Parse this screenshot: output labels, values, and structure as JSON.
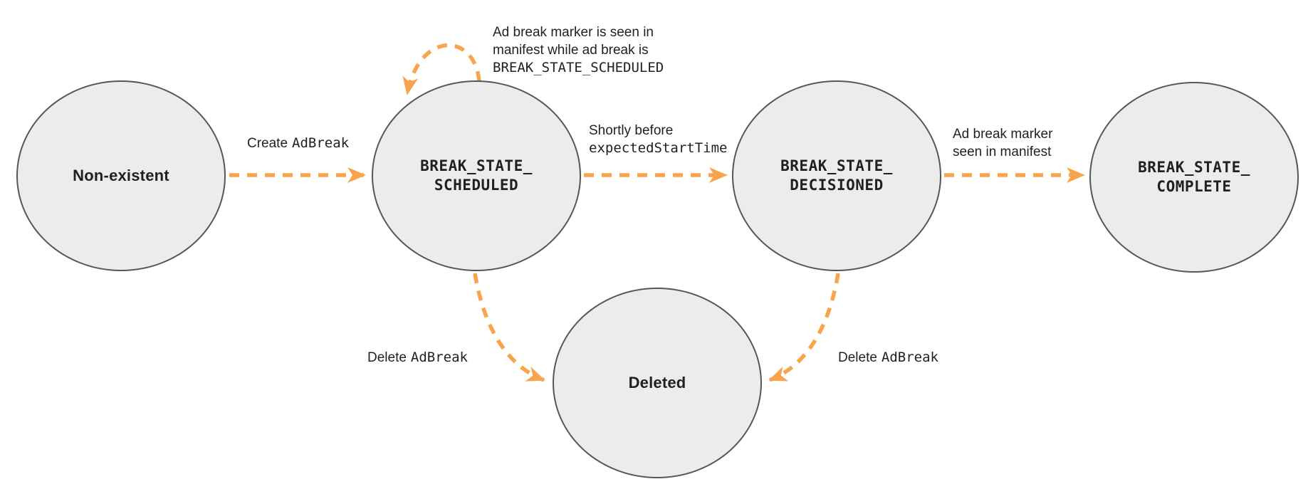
{
  "colors": {
    "arrow": "#F9A44C",
    "state-fill": "#ECECEC",
    "state-stroke": "#55565A",
    "text": "#1F2023"
  },
  "states": {
    "non_existent": {
      "label": "Non-existent"
    },
    "scheduled": {
      "line1": "BREAK_STATE_",
      "line2": "SCHEDULED"
    },
    "decisioned": {
      "line1": "BREAK_STATE_",
      "line2": "DECISIONED"
    },
    "complete": {
      "line1": "BREAK_STATE_",
      "line2": "COMPLETE"
    },
    "deleted": {
      "label": "Deleted"
    }
  },
  "edges": {
    "create_adbreak": {
      "text": "Create",
      "code": "AdBreak"
    },
    "scheduled_self_loop": {
      "line1": "Ad break marker is seen in",
      "line2": "manifest while ad break is",
      "code_line": "BREAK_STATE_SCHEDULED"
    },
    "scheduled_to_decisioned": {
      "text": "Shortly before",
      "code_line": "expectedStartTime"
    },
    "decisioned_to_complete": {
      "line1": "Ad break marker",
      "line2": "seen in manifest"
    },
    "scheduled_to_deleted": {
      "text": "Delete",
      "code": "AdBreak"
    },
    "decisioned_to_deleted": {
      "text": "Delete",
      "code": "AdBreak"
    }
  }
}
